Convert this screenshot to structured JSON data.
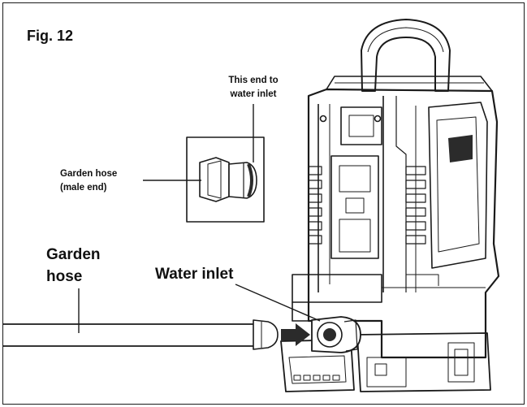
{
  "figure": {
    "title": "Fig. 12"
  },
  "callouts": {
    "end_to_inlet": [
      "This end to",
      "water inlet"
    ],
    "male_end": [
      "Garden hose",
      "(male end)"
    ],
    "garden_hose": [
      "Garden",
      "hose"
    ],
    "water_inlet": "Water inlet"
  },
  "colors": {
    "line": "#1a1a1a",
    "dark_fill": "#2b2b2b",
    "background": "#ffffff"
  },
  "icons": {
    "machine": "pressure-washer-icon",
    "connector": "hose-connector-icon",
    "arrow": "direction-arrow-icon"
  }
}
